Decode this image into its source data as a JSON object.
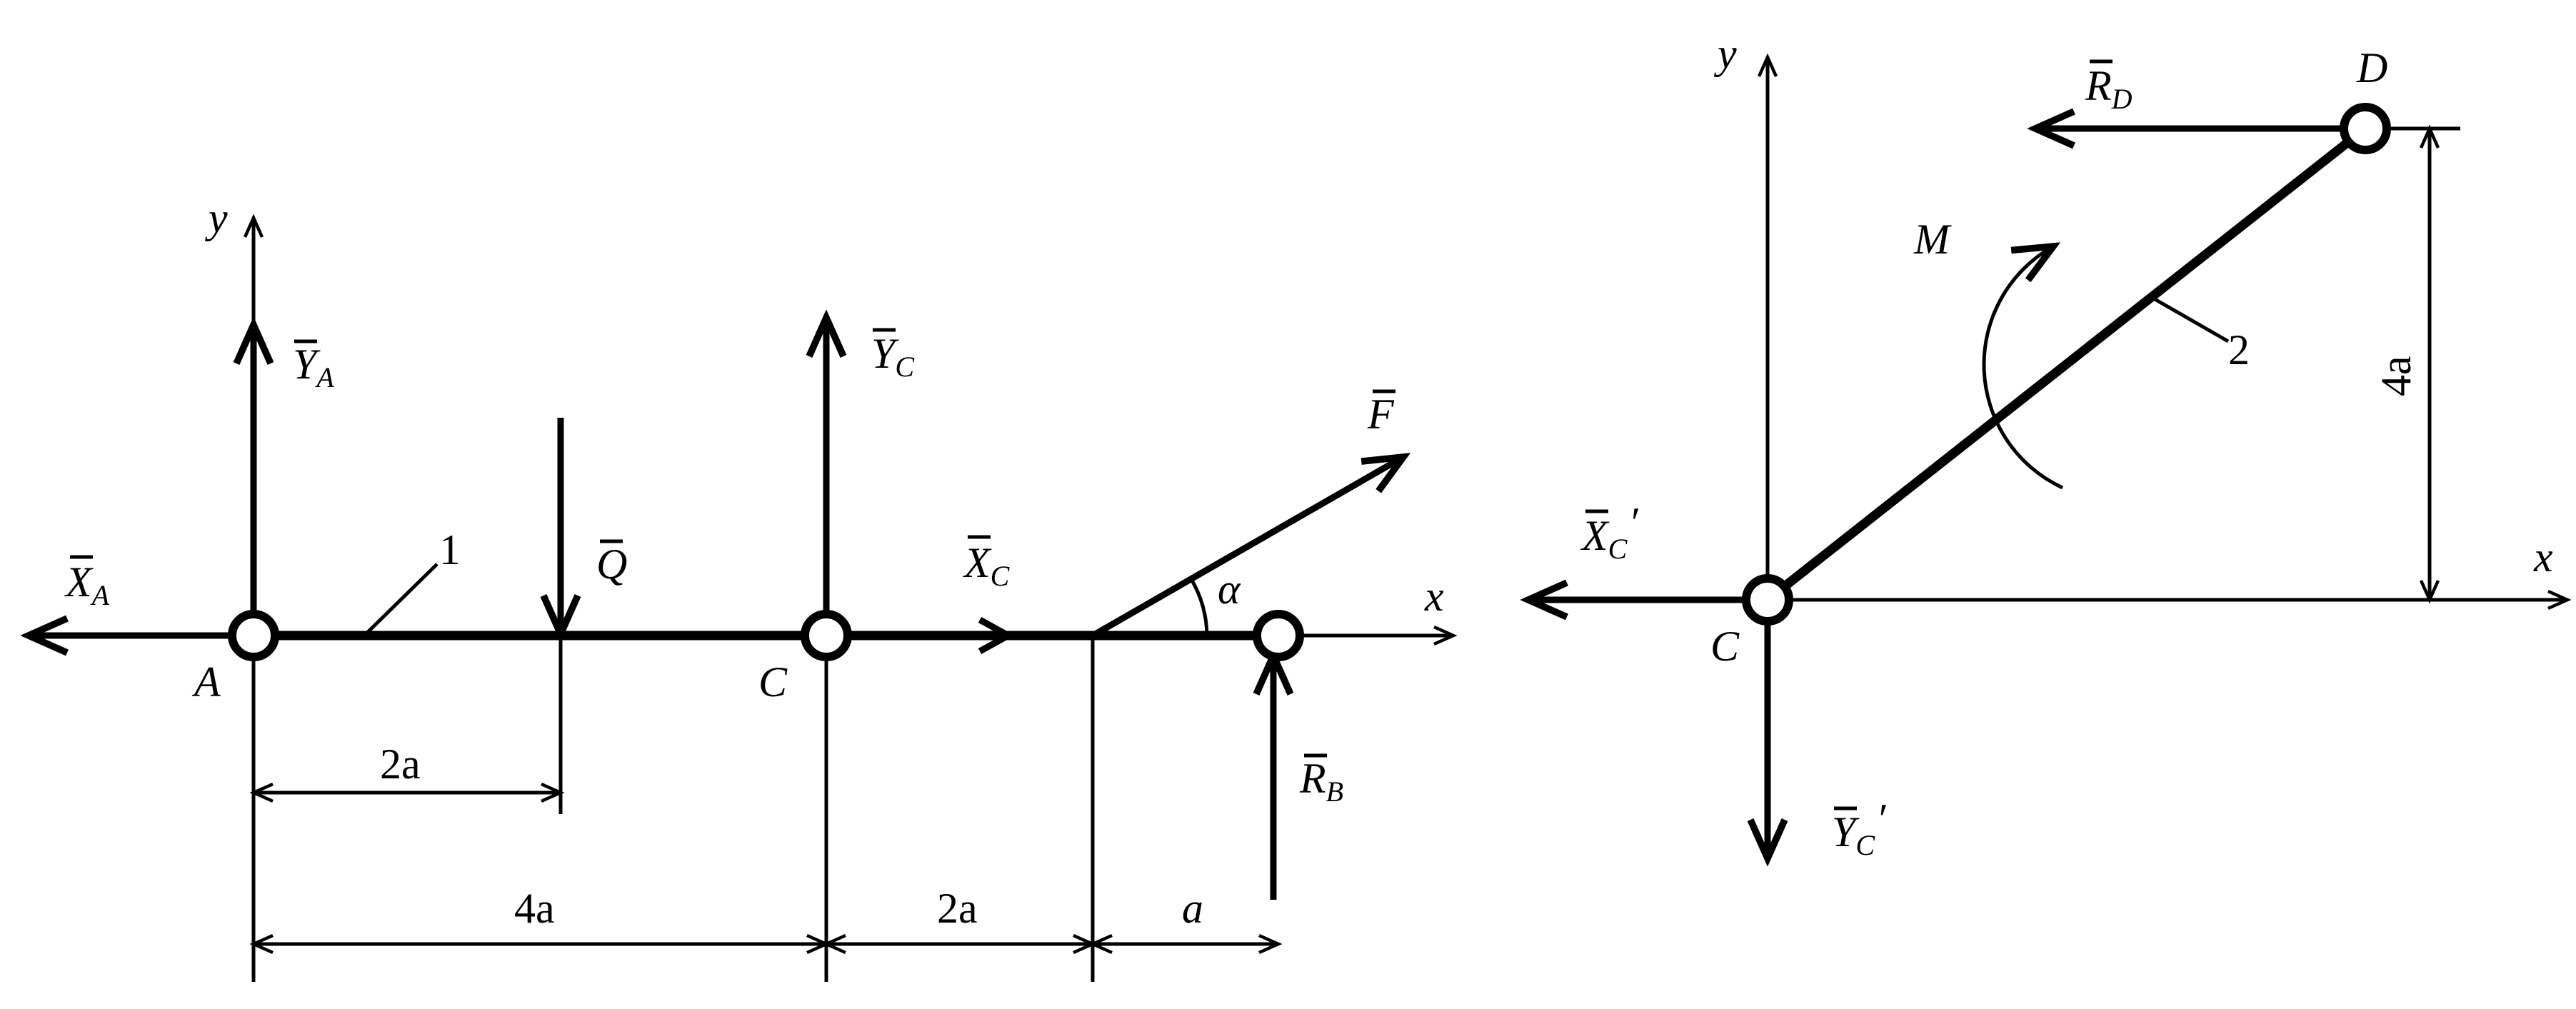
{
  "diagram": {
    "left": {
      "labels": {
        "y": "y",
        "x": "x",
        "point_A": "A",
        "point_C": "C",
        "beam_number": "1",
        "force_YA": "Y",
        "force_YA_sub": "A",
        "force_XA": "X",
        "force_XA_sub": "A",
        "force_Q": "Q",
        "force_YC": "Y",
        "force_YC_sub": "C",
        "force_XC": "X",
        "force_XC_sub": "C",
        "force_F": "F",
        "angle": "α",
        "force_RB": "R",
        "force_RB_sub": "B"
      },
      "dimensions": {
        "dim_A_Q": "2a",
        "dim_A_C": "4a",
        "dim_C_F": "2a",
        "dim_F_B": "a"
      }
    },
    "right": {
      "labels": {
        "y": "y",
        "x": "x",
        "point_C": "C",
        "point_D": "D",
        "rod_number": "2",
        "moment_M": "M",
        "force_RD": "R",
        "force_RD_sub": "D",
        "force_XC": "X",
        "force_XC_sub": "C",
        "force_XC_prime": "′",
        "force_YC": "Y",
        "force_YC_sub": "C",
        "force_YC_prime": "′"
      },
      "dimensions": {
        "dim_height": "4a"
      }
    }
  }
}
